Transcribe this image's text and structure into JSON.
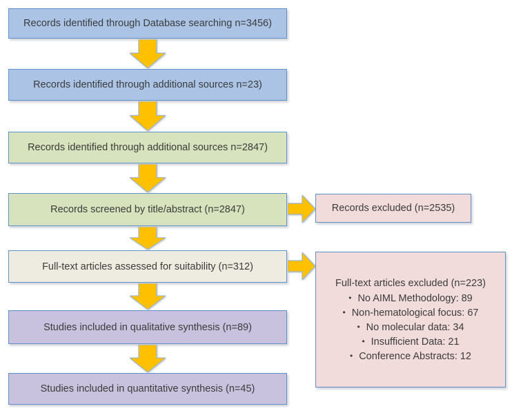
{
  "colors": {
    "blue_fill": "#ABC4E5",
    "green_fill": "#D6E3BD",
    "cream_fill": "#EEECE1",
    "purple_fill": "#C9C2DE",
    "pink_fill": "#F2DCDB",
    "box_border": "#5E92C8",
    "arrow_fill": "#FFC000",
    "arrow_stroke": "#9DB5CD",
    "text_color": "#3B3B3B"
  },
  "glyphs": {
    "bullet": "•"
  },
  "flow": {
    "main_boxes": [
      {
        "label": "Records identified through Database searching  n=3456)"
      },
      {
        "label": "Records identified through additional sources n=23)"
      },
      {
        "label": "Records identified through additional sources n=2847)"
      },
      {
        "label": "Records screened by title/abstract (n=2847)"
      },
      {
        "label": "Full-text articles assessed for suitability (n=312)"
      },
      {
        "label": "Studies included in qualitative synthesis (n=89)"
      },
      {
        "label": "Studies included in quantitative synthesis (n=45)"
      }
    ],
    "side_boxes": [
      {
        "label": "Records excluded (n=2535)"
      },
      {
        "title": "Full-text articles excluded (n=223)",
        "reasons": [
          "No AIML Methodology: 89",
          "Non-hematological focus: 67",
          "No molecular data: 34",
          "Insufficient Data: 21",
          "Conference Abstracts: 12"
        ]
      }
    ]
  }
}
